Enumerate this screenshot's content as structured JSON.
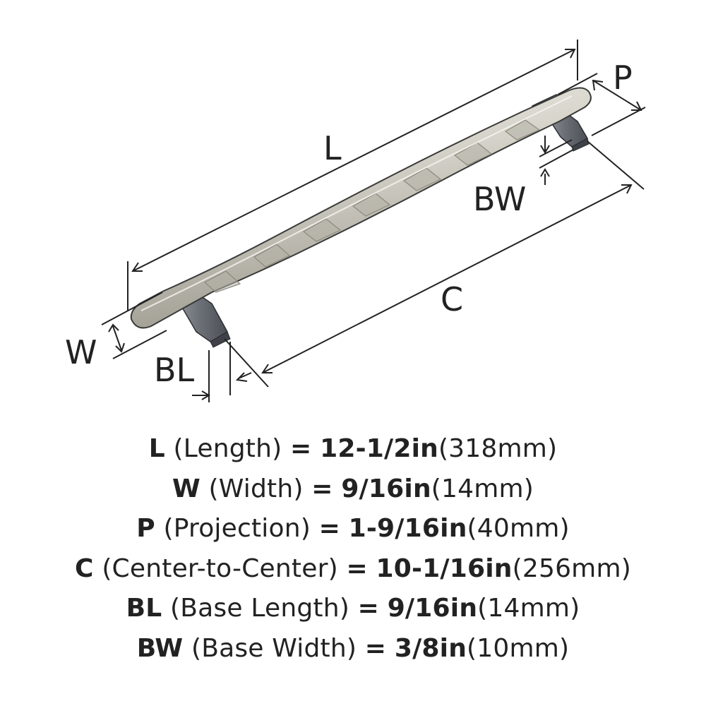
{
  "diagram": {
    "labels": {
      "L": "L",
      "P": "P",
      "BW": "BW",
      "C": "C",
      "W": "W",
      "BL": "BL"
    }
  },
  "specs": [
    {
      "symbol": "L",
      "name": "(Length)",
      "eq": "=",
      "value": "12-1/2in",
      "metric": "(318mm)"
    },
    {
      "symbol": "W",
      "name": "(Width)",
      "eq": "=",
      "value": "9/16in",
      "metric": "(14mm)"
    },
    {
      "symbol": "P",
      "name": "(Projection)",
      "eq": "=",
      "value": "1-9/16in",
      "metric": "(40mm)"
    },
    {
      "symbol": "C",
      "name": "(Center-to-Center)",
      "eq": "=",
      "value": "10-1/16in",
      "metric": "(256mm)"
    },
    {
      "symbol": "BL",
      "name": "(Base Length)",
      "eq": "=",
      "value": "9/16in",
      "metric": "(14mm)"
    },
    {
      "symbol": "BW",
      "name": "(Base Width)",
      "eq": "=",
      "value": "3/8in",
      "metric": "(10mm)"
    }
  ],
  "colors": {
    "line": "#222222",
    "handle_light": "#e6e4dc",
    "handle_mid": "#c9c6ba",
    "handle_dark": "#8f8c82",
    "base_dark": "#5d6168",
    "base_mid": "#8a8e95"
  }
}
